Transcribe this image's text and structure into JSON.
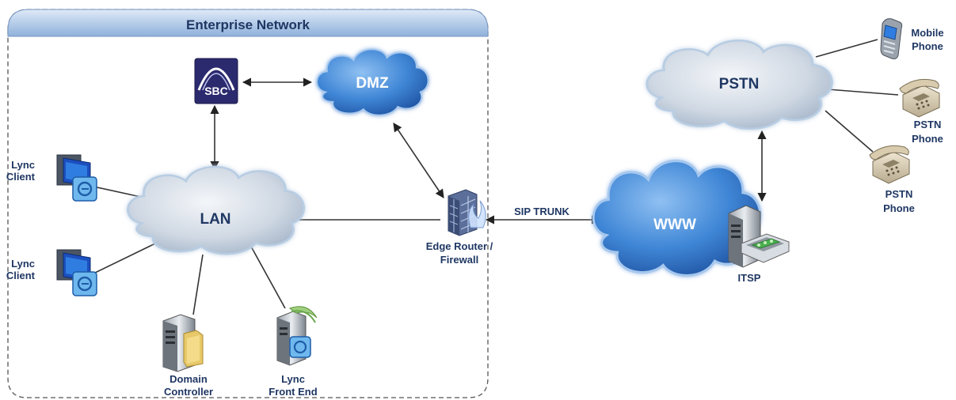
{
  "enterprise": {
    "title": "Enterprise Network"
  },
  "clouds": {
    "dmz": "DMZ",
    "lan": "LAN",
    "www": "WWW",
    "pstn": "PSTN"
  },
  "sbc": {
    "logo_text": "SBC"
  },
  "labels": {
    "lync_client_1": [
      "Lync",
      "Client"
    ],
    "lync_client_2": [
      "Lync",
      "Client"
    ],
    "domain_controller": [
      "Domain",
      "Controller"
    ],
    "lync_front_end": [
      "Lync",
      "Front End"
    ],
    "edge_router": [
      "Edge Router /",
      "Firewall"
    ],
    "sip_trunk": "SIP TRUNK",
    "itsp": "ITSP",
    "mobile_phone": [
      "Mobile",
      "Phone"
    ],
    "pstn_phone_1": [
      "PSTN",
      "Phone"
    ],
    "pstn_phone_2": [
      "PSTN",
      "Phone"
    ]
  },
  "colors": {
    "label_text": "#1f3763",
    "header_fill": "#a9c4e4",
    "lan_cloud": "#c9d6e4",
    "pstn_cloud": "#c9d6e4",
    "dmz_cloud": "#3f7fd0",
    "www_cloud": "#2f6fc8",
    "link_line": "#333344"
  }
}
